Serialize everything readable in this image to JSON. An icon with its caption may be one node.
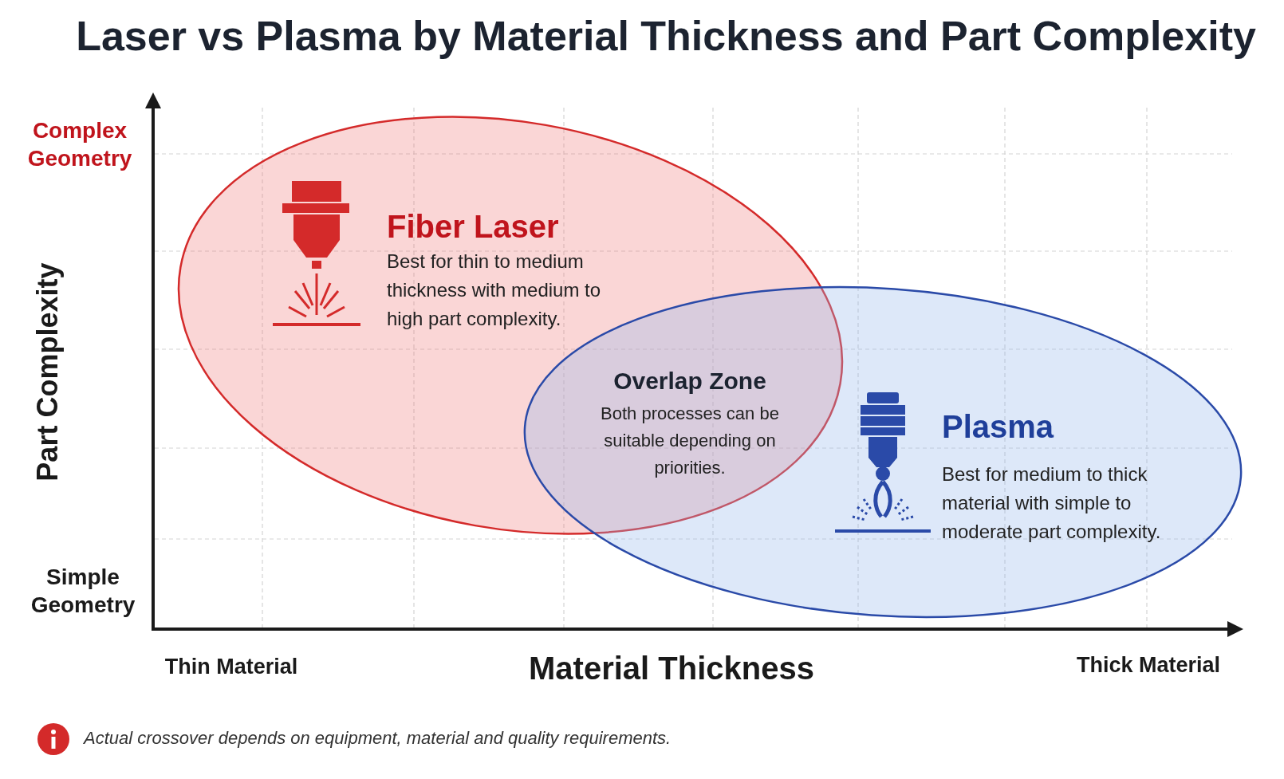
{
  "diagram": {
    "title": "Laser vs Plasma by Material Thickness and Part Complexity",
    "nodes": [
      {
        "text": [
          "Fiber Laser",
          "Best for thin to medium thickness with medium to high part complexity."
        ]
      },
      {
        "text": [
          "Plasma",
          "Best for medium to thick material with simple to moderate part complexity."
        ]
      },
      {
        "text": [
          "Overlap Zone",
          "Both processes can be suitable depending on priorities."
        ]
      }
    ],
    "labels": [
      "Complex Geometry",
      "Part Complexity",
      "Simple Geometry",
      "Thin Material",
      "Material Thickness",
      "Thick Material",
      "Actual crossover depends on equipment, material and quality requirements."
    ]
  }
}
